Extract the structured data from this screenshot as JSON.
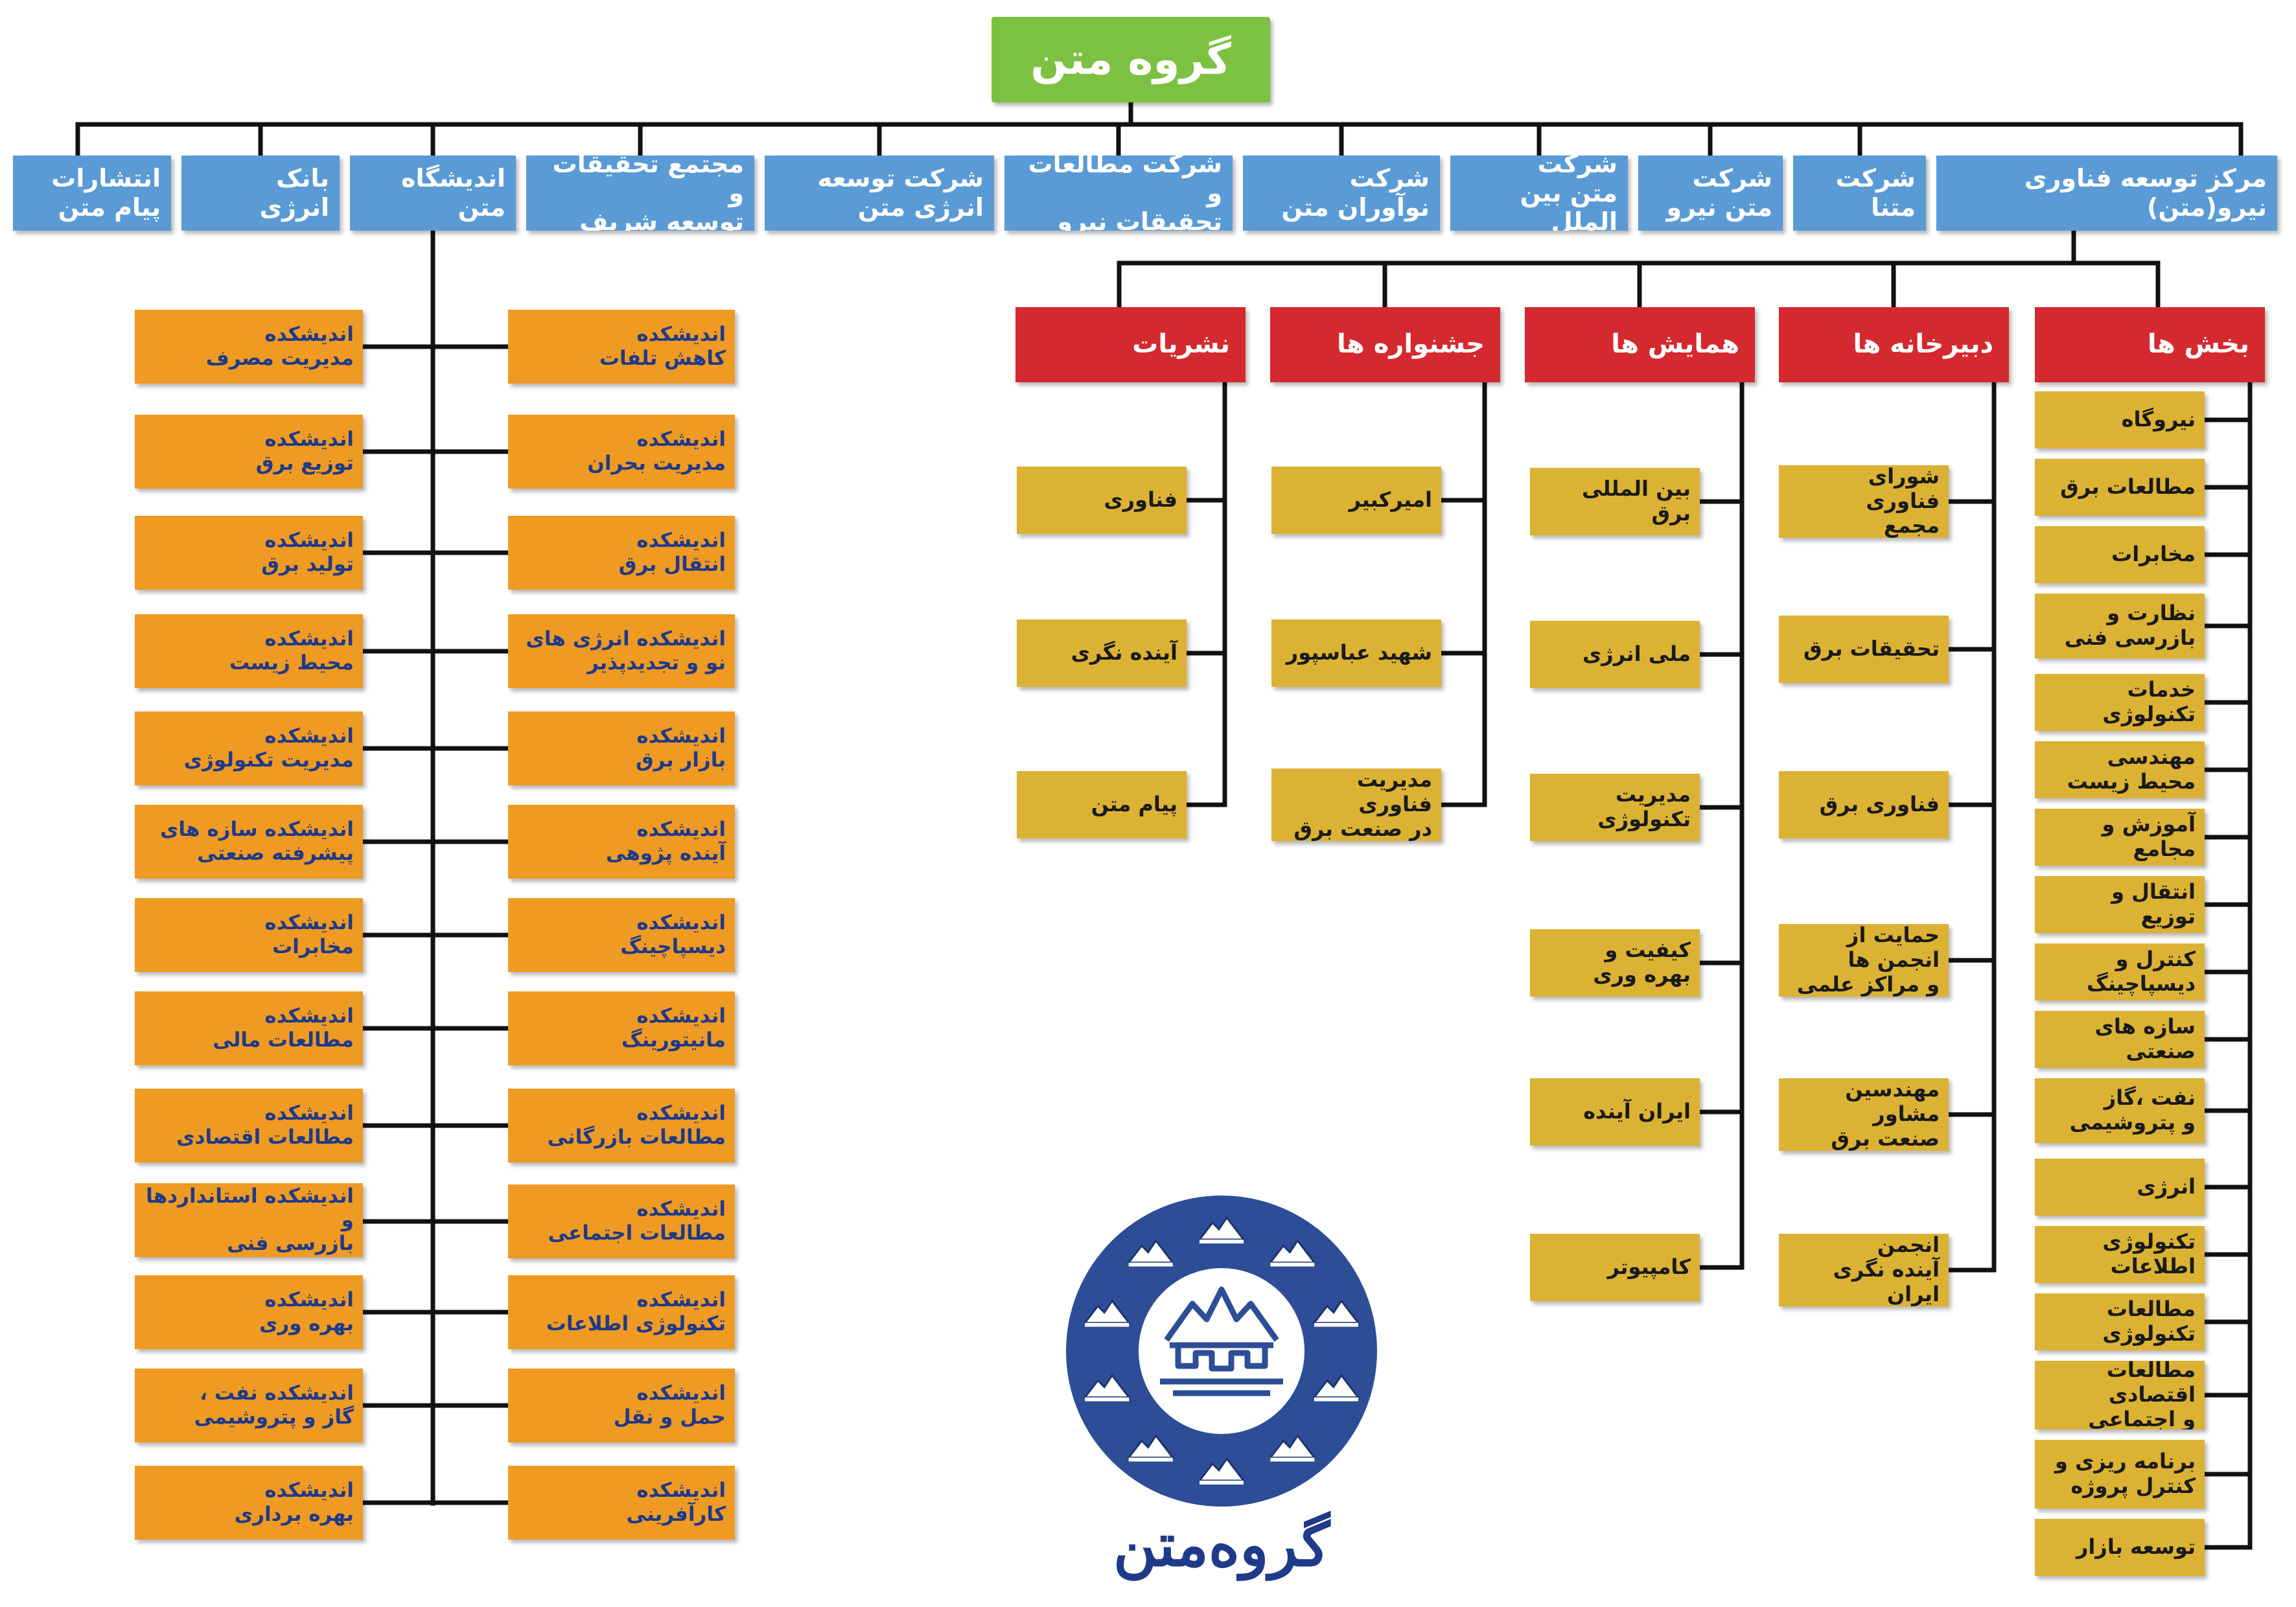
{
  "root": {
    "title": "گروه متن"
  },
  "companies": [
    "مرکز توسعه فناوری نیرو(متن)",
    "شرکت متنا",
    "شرکت\nمتن نیرو",
    "شرکت\nمتن بین الملل",
    "شرکت\nنوآوران متن",
    "شرکت مطالعات و\nتحقیقات نیرو",
    "شرکت توسعه\nانرژی متن",
    "مجتمع تحقیقات و\nتوسعه شریف",
    "اندیشگاه متن",
    "بانک\nانرژی",
    "انتشارات\nپیام متن"
  ],
  "sections": [
    {
      "title": "بخش ها",
      "items": [
        "نیروگاه",
        "مطالعات برق",
        "مخابرات",
        "نظارت و\nبازرسی فنی",
        "خدمات\nتکنولوژی",
        "مهندسی\nمحیط زیست",
        "آموزش و\nمجامع",
        "انتقال و\nتوزیع",
        "کنترل و\nدیسپاچینگ",
        "سازه های\nصنعتی",
        "نفت ،گاز\nو پتروشیمی",
        "انرژی",
        "تکنولوژی\nاطلاعات",
        "مطالعات\nتکنولوژی",
        "مطالعات اقتصادی\nو اجتماعی",
        "برنامه ریزی و\nکنترل پروژه",
        "توسعه بازار"
      ]
    },
    {
      "title": "دبیرخانه ها",
      "items": [
        "شورای فناوری\nمجمع",
        "تحقیقات برق",
        "فناوری برق",
        "حمایت از انجمن ها\nو مراکز علمی",
        "مهندسین مشاور\nصنعت برق",
        "انجمن\nآینده نگری ایران"
      ]
    },
    {
      "title": "همایش ها",
      "items": [
        "بین المللی برق",
        "ملی انرژی",
        "مدیریت تکنولوژی",
        "کیفیت و\nبهره وری",
        "ایران آینده",
        "کامپیوتر"
      ]
    },
    {
      "title": "جشنواره ها",
      "items": [
        "امیرکبیر",
        "شهید عباسپور",
        "مدیریت فناوری\nدر صنعت برق"
      ]
    },
    {
      "title": "نشریات",
      "items": [
        "فناوری",
        "آینده نگری",
        "پیام متن"
      ]
    }
  ],
  "institutes": {
    "right": [
      "اندیشکده\nکاهش تلفات",
      "اندیشکده\nمدیریت بحران",
      "اندیشکده\nانتقال برق",
      "اندیشکده انرژی های\nنو و تجدیدپذیر",
      "اندیشکده\nبازار برق",
      "اندیشکده\nآینده پژوهی",
      "اندیشکده\nدیسپاچینگ",
      "اندیشکده\nمانیتورینگ",
      "اندیشکده\nمطالعات بازرگانی",
      "اندیشکده\nمطالعات اجتماعی",
      "اندیشکده\nتکنولوژی اطلاعات",
      "اندیشکده\nحمل و نقل",
      "اندیشکده\nکارآفرینی"
    ],
    "left": [
      "اندیشکده\nمدیریت مصرف",
      "اندیشکده\nتوزیع برق",
      "اندیشکده\nتولید برق",
      "اندیشکده\nمحیط زیست",
      "اندیشکده\nمدیریت تکنولوژی",
      "اندیشکده سازه های\nپیشرفته صنعتی",
      "اندیشکده\nمخابرات",
      "اندیشکده\nمطالعات مالی",
      "اندیشکده\nمطالعات اقتصادی",
      "اندیشکده استانداردها و\nبازرسی فنی",
      "اندیشکده\nبهره وری",
      "اندیشکده نفت ،\nگاز و پتروشیمی",
      "اندیشکده\nبهره برداری"
    ]
  },
  "logo": {
    "caption": "گروه‌متن"
  },
  "colors": {
    "root": "#7dc142",
    "company": "#5a9bd5",
    "section": "#d42a2f",
    "item": "#dbb234",
    "institute": "#ef9a22",
    "institute_text": "#1f3a8a",
    "logo": "#2d4e96",
    "line": "#111111"
  }
}
